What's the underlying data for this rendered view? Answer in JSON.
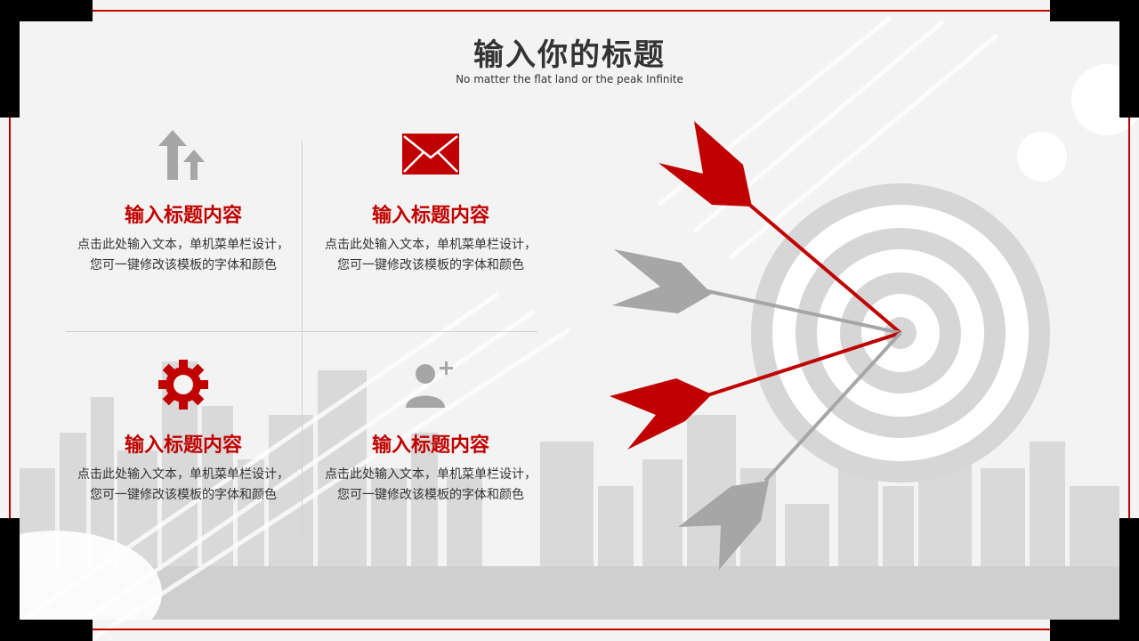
{
  "title": "输入你的标题",
  "subtitle": "No matter the flat land or the peak Infinite",
  "cards": [
    {
      "icon": "upload-arrows-icon",
      "heading": "输入标题内容",
      "body": "点击此处输入文本，单机菜单栏设计，您可一键修改该模板的字体和颜色"
    },
    {
      "icon": "envelope-icon",
      "heading": "输入标题内容",
      "body": "点击此处输入文本，单机菜单栏设计，您可一键修改该模板的字体和颜色"
    },
    {
      "icon": "gear-icon",
      "heading": "输入标题内容",
      "body": "点击此处输入文本，单机菜单栏设计，您可一键修改该模板的字体和颜色"
    },
    {
      "icon": "add-user-icon",
      "heading": "输入标题内容",
      "body": "点击此处输入文本，单机菜单栏设计，您可一键修改该模板的字体和颜色"
    }
  ],
  "colors": {
    "accent": "#c00000",
    "gray": "#a6a6a6",
    "dark": "#333333"
  }
}
